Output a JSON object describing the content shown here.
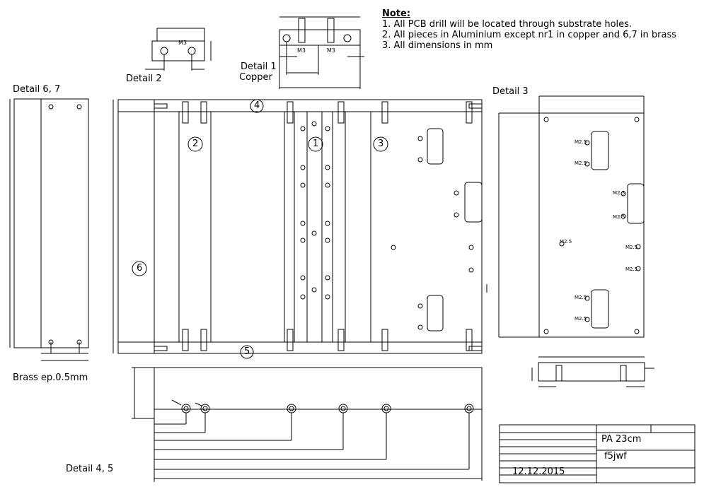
{
  "notes": {
    "title": "Note:",
    "lines": [
      "1. All PCB drill will be located through substrate holes.",
      "2. All pieces in Aluminium except nr1 in copper and 6,7 in brass",
      "3. All dimensions in mm"
    ]
  },
  "labels": {
    "detail_2": "Detail 2",
    "detail_1": "Detail 1",
    "detail_1_material": "Copper",
    "detail_67": "Detail 6, 7",
    "detail_3": "Detail 3",
    "detail_45": "Detail 4, 5",
    "brass": "Brass ep.0.5mm"
  },
  "part_numbers": [
    "1",
    "2",
    "3",
    "4",
    "5",
    "6"
  ],
  "callouts": {
    "m3": "M3",
    "m25": "M2.5"
  },
  "title_block": {
    "name": "PA 23cm",
    "author": "f5jwf",
    "date": "12.12.2015"
  }
}
